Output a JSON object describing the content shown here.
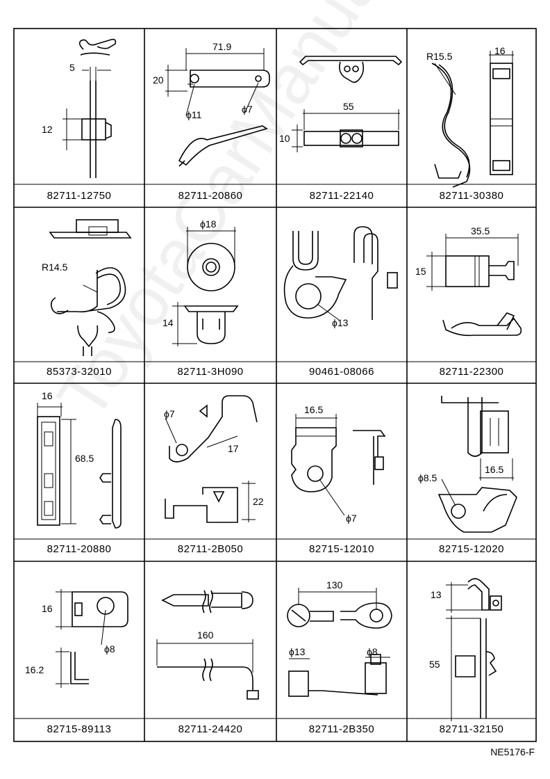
{
  "parts": [
    {
      "number": "82711-12750",
      "dims": [
        "5",
        "12"
      ]
    },
    {
      "number": "82711-20860",
      "dims": [
        "71.9",
        "20",
        "ϕ11",
        "ϕ7"
      ]
    },
    {
      "number": "82711-22140",
      "dims": [
        "55",
        "10"
      ]
    },
    {
      "number": "82711-30380",
      "dims": [
        "R15.5",
        "16"
      ]
    },
    {
      "number": "85373-32010",
      "dims": [
        "R14.5"
      ]
    },
    {
      "number": "82711-3H090",
      "dims": [
        "ϕ18",
        "14"
      ]
    },
    {
      "number": "90461-08066",
      "dims": [
        "ϕ13"
      ]
    },
    {
      "number": "82711-22300",
      "dims": [
        "35.5",
        "15"
      ]
    },
    {
      "number": "82711-20880",
      "dims": [
        "16",
        "68.5"
      ]
    },
    {
      "number": "82711-2B050",
      "dims": [
        "ϕ7",
        "17",
        "22"
      ]
    },
    {
      "number": "82715-12010",
      "dims": [
        "16.5",
        "ϕ7"
      ]
    },
    {
      "number": "82715-12020",
      "dims": [
        "ϕ8.5",
        "16.5"
      ]
    },
    {
      "number": "82715-89113",
      "dims": [
        "16",
        "ϕ8",
        "16.2"
      ]
    },
    {
      "number": "82711-24420",
      "dims": [
        "160"
      ]
    },
    {
      "number": "82711-2B350",
      "dims": [
        "130",
        "ϕ13",
        "ϕ8"
      ]
    },
    {
      "number": "82711-32150",
      "dims": [
        "13",
        "55"
      ]
    }
  ],
  "reference": "NE5176-F",
  "watermark": "ToyotaCarManual",
  "colors": {
    "line": "#000000",
    "background": "#ffffff"
  }
}
